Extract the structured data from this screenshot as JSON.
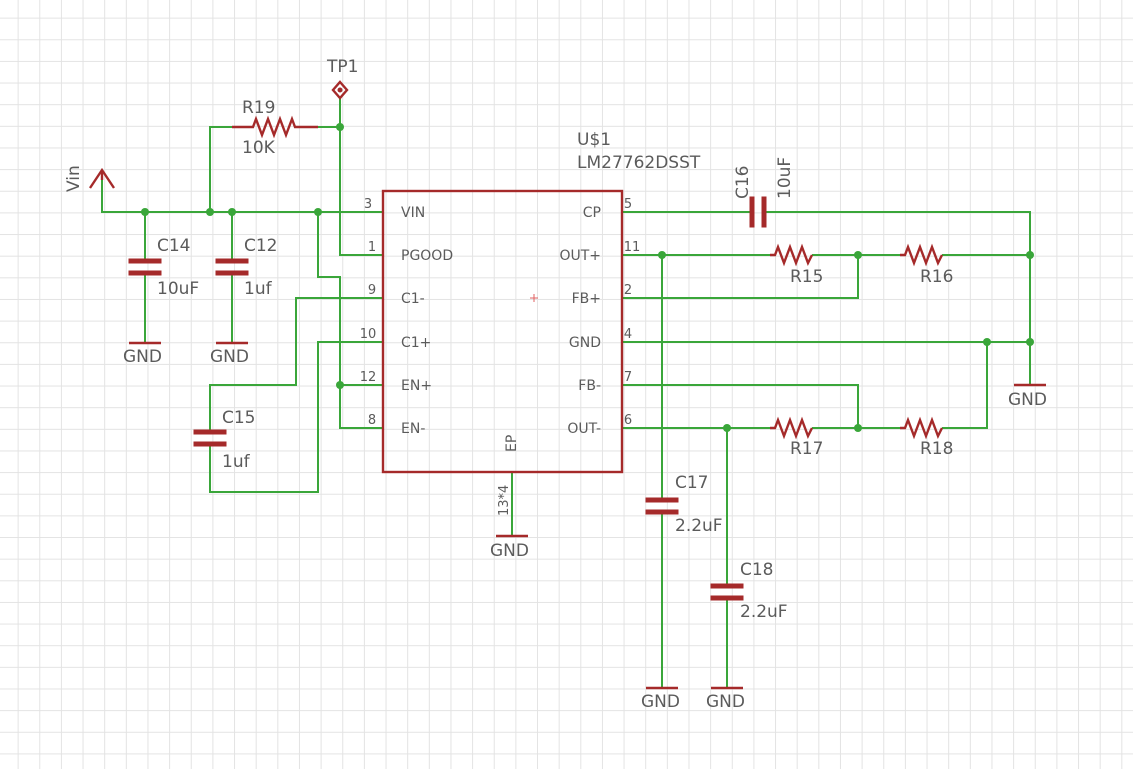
{
  "chip": {
    "name": "U$1",
    "value": "LM27762DSST",
    "ep_label": "EP",
    "ep_pins": "13*4",
    "left_pins": [
      {
        "num": "3",
        "name": "VIN"
      },
      {
        "num": "1",
        "name": "PGOOD"
      },
      {
        "num": "9",
        "name": "C1-"
      },
      {
        "num": "10",
        "name": "C1+"
      },
      {
        "num": "12",
        "name": "EN+"
      },
      {
        "num": "8",
        "name": "EN-"
      }
    ],
    "right_pins": [
      {
        "num": "5",
        "name": "CP"
      },
      {
        "num": "11",
        "name": "OUT+"
      },
      {
        "num": "2",
        "name": "FB+"
      },
      {
        "num": "4",
        "name": "GND"
      },
      {
        "num": "7",
        "name": "FB-"
      },
      {
        "num": "6",
        "name": "OUT-"
      }
    ]
  },
  "supply": {
    "vin": "Vin",
    "tp1": "TP1"
  },
  "resistors": {
    "r19": {
      "name": "R19",
      "value": "10K"
    },
    "r15": {
      "name": "R15"
    },
    "r16": {
      "name": "R16"
    },
    "r17": {
      "name": "R17"
    },
    "r18": {
      "name": "R18"
    }
  },
  "capacitors": {
    "c14": {
      "name": "C14",
      "value": "10uF"
    },
    "c12": {
      "name": "C12",
      "value": "1uf"
    },
    "c15": {
      "name": "C15",
      "value": "1uf"
    },
    "c16": {
      "name": "C16",
      "value": "10uF"
    },
    "c17": {
      "name": "C17",
      "value": "2.2uF"
    },
    "c18": {
      "name": "C18",
      "value": "2.2uF"
    }
  },
  "gnd_label": "GND",
  "colors": {
    "wire": "#3aa63a",
    "part": "#a52a2a",
    "text": "#5b5b5b",
    "grid": "#e3e3e3"
  }
}
